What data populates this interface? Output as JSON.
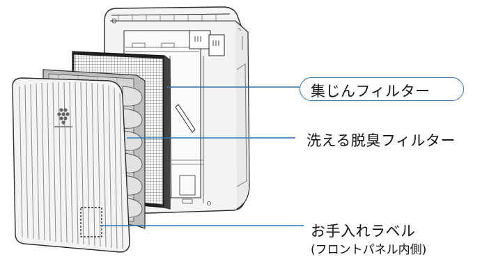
{
  "labels": {
    "dust_filter": "集じんフィルター",
    "deodorize_filter": "洗える脱臭フィルター",
    "care_label": "お手入れラベル",
    "care_label_note": "(フロントパネル内側)"
  },
  "colors": {
    "leader_line": "#2a72b8",
    "outline": "#2b2b2b",
    "panel_fill": "#f3f3f3",
    "filter_fill": "#ffffff",
    "deodorize_fill": "#bdbdbd"
  },
  "icons": {
    "logo": "sharp-cluster-logo-icon"
  }
}
